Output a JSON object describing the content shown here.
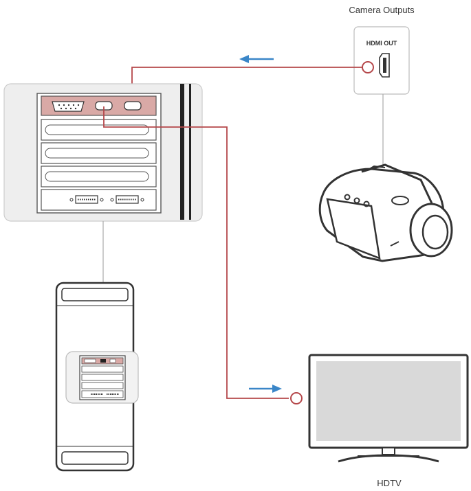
{
  "labels": {
    "camera_outputs": "Camera Outputs",
    "hdmi_out": "HDMI OUT",
    "hdtv": "HDTV"
  },
  "colors": {
    "cable": "#b5474a",
    "arrow": "#3a86c8",
    "card_highlight": "#d9a9a6",
    "outline": "#555555",
    "panel_bg": "#eeeeee",
    "connector_line": "#aaaaaa"
  },
  "icons": {
    "camcorder": "video-camera-icon",
    "tv": "television-icon",
    "computer": "tower-computer-icon"
  }
}
